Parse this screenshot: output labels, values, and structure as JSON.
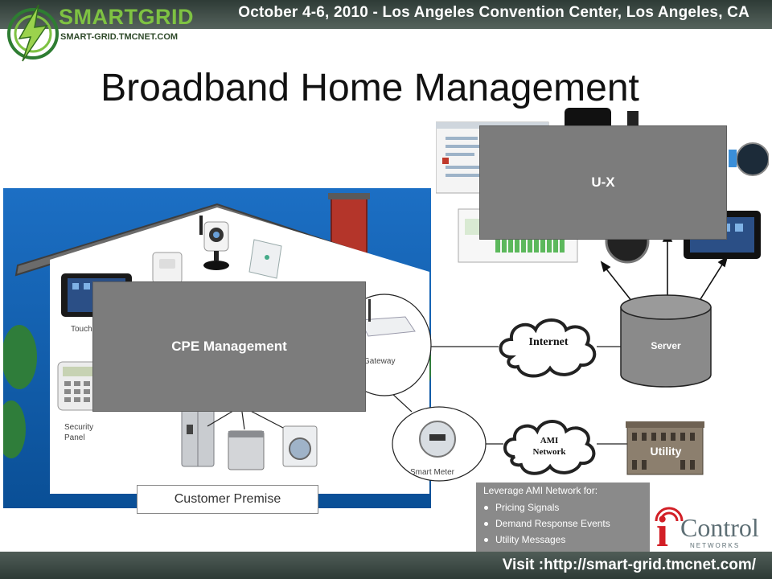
{
  "header": {
    "event_text": "October 4-6, 2010 - Los Angeles Convention Center, Los Angeles, CA"
  },
  "logo": {
    "brand": "SMARTGRID",
    "url": "SMART-GRID.TMCNET.COM"
  },
  "slide": {
    "title": "Broadband Home Management"
  },
  "home": {
    "touch_label": "Touch",
    "security_label_line1": "Security",
    "security_label_line2": "Panel",
    "gateway_label": "Gateway",
    "smart_meter_label": "Smart Meter",
    "customer_premise_label": "Customer Premise"
  },
  "overlays": {
    "cpe_management": "CPE Management",
    "ux": "U-X"
  },
  "network": {
    "internet_label": "Internet",
    "server_label": "Server",
    "ami_line1": "AMI",
    "ami_line2": "Network",
    "utility_label": "Utility"
  },
  "ami_box": {
    "title": "Leverage AMI Network for:",
    "items": [
      "Pricing Signals",
      "Demand Response Events",
      "Utility Messages"
    ]
  },
  "brand_logo": {
    "i": "i",
    "word": "Control",
    "sub": "NETWORKS"
  },
  "footer": {
    "text": "Visit :http://smart-grid.tmcnet.com/"
  },
  "colors": {
    "house_blue": "#0c5cad",
    "overlay_gray": "#7c7c7c",
    "brand_green": "#7ec242",
    "icontrol_red": "#d21f26"
  }
}
